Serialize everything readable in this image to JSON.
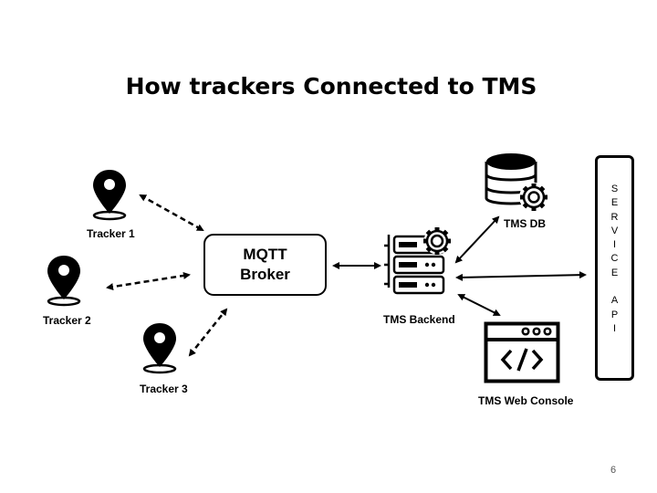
{
  "title": "How trackers Connected to TMS",
  "trackers": [
    {
      "label": "Tracker 1"
    },
    {
      "label": "Tracker 2"
    },
    {
      "label": "Tracker 3"
    }
  ],
  "broker": {
    "line1": "MQTT",
    "line2": "Broker"
  },
  "backend": {
    "label": "TMS Backend"
  },
  "db": {
    "label": "TMS DB"
  },
  "console": {
    "label": "TMS Web Console"
  },
  "service_api": {
    "letters": [
      "S",
      "E",
      "R",
      "V",
      "I",
      "C",
      "E",
      "",
      "A",
      "P",
      "I"
    ]
  },
  "page_number": "6"
}
